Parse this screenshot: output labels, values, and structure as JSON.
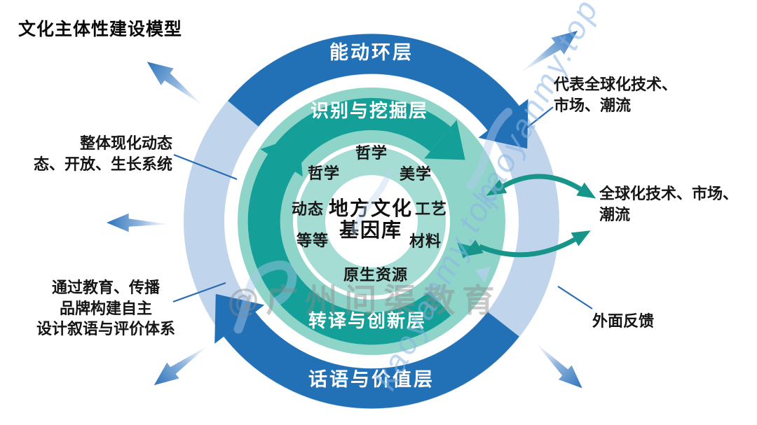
{
  "title": "文化主体性建设模型",
  "center": {
    "line1": "地方文化",
    "line2": "基因库"
  },
  "inner_ring_labels": {
    "top": "哲学",
    "upper_left": "哲学",
    "upper_right": "美学",
    "left": "动态",
    "right": "工艺",
    "lower_left": "等等",
    "lower_right": "材料",
    "bottom": "原生资源"
  },
  "middle_ring": {
    "top": "识别与挖掘层",
    "bottom": "转译与创新层"
  },
  "outer_ring": {
    "top": "能动环层",
    "bottom": "话语与价值层"
  },
  "annotations": {
    "left_top": {
      "line1": "整体现化动态",
      "line2": "态、开放、生长系统"
    },
    "left_bottom": {
      "line1": "通过教育、传播",
      "line2": "品牌构建自主",
      "line3": "设计叙语与评价体系"
    },
    "right_top": {
      "line1": "代表全球化技术、",
      "line2": "市场、潮流"
    },
    "right_middle": {
      "line1": "全球化技术、市场、",
      "line2": "潮流"
    },
    "right_bottom": {
      "line1": "外面反馈"
    }
  },
  "watermarks": {
    "account": "@广州问渠教育",
    "site": "kaoyanmy.top"
  },
  "colors": {
    "outer_ring_base": "#c0d4ec",
    "outer_ring_arc": "#2270b5",
    "middle_ring_base": "#8fd4c9",
    "middle_ring_arc": "#14a098",
    "inner_ring": "#a5dcd3",
    "center_bg": "#ffffff",
    "radiating_arrow": "#2a72ba",
    "curved_arrow_teal": "#17958b",
    "text_dark": "#1c1c1c",
    "ring_text": "#ffffff",
    "watermark_gray": "#8a8a8a",
    "watermark_blue": "#8ab5e4"
  }
}
